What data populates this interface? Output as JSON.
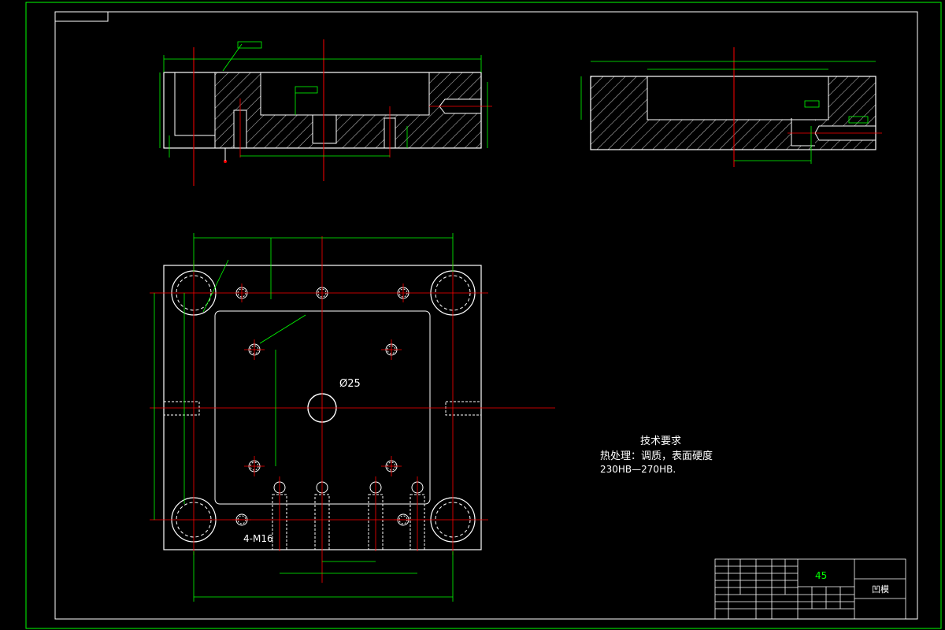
{
  "sheet": {
    "background": "#000000",
    "colors": {
      "outline": "#ffffff",
      "dimension": "#00ff00",
      "centerline": "#ff0000",
      "hatch": "#ffffff",
      "text": "#ffffff",
      "label": "#ffffff"
    }
  },
  "plan_view": {
    "center_bore_label": "Ø25",
    "thread_label": "4-M16"
  },
  "technical_requirements": {
    "heading": "技术要求",
    "line1": "热处理：调质，表面硬度",
    "line2": "230HB—270HB."
  },
  "title_block": {
    "material": "45",
    "part_name": "凹模"
  }
}
